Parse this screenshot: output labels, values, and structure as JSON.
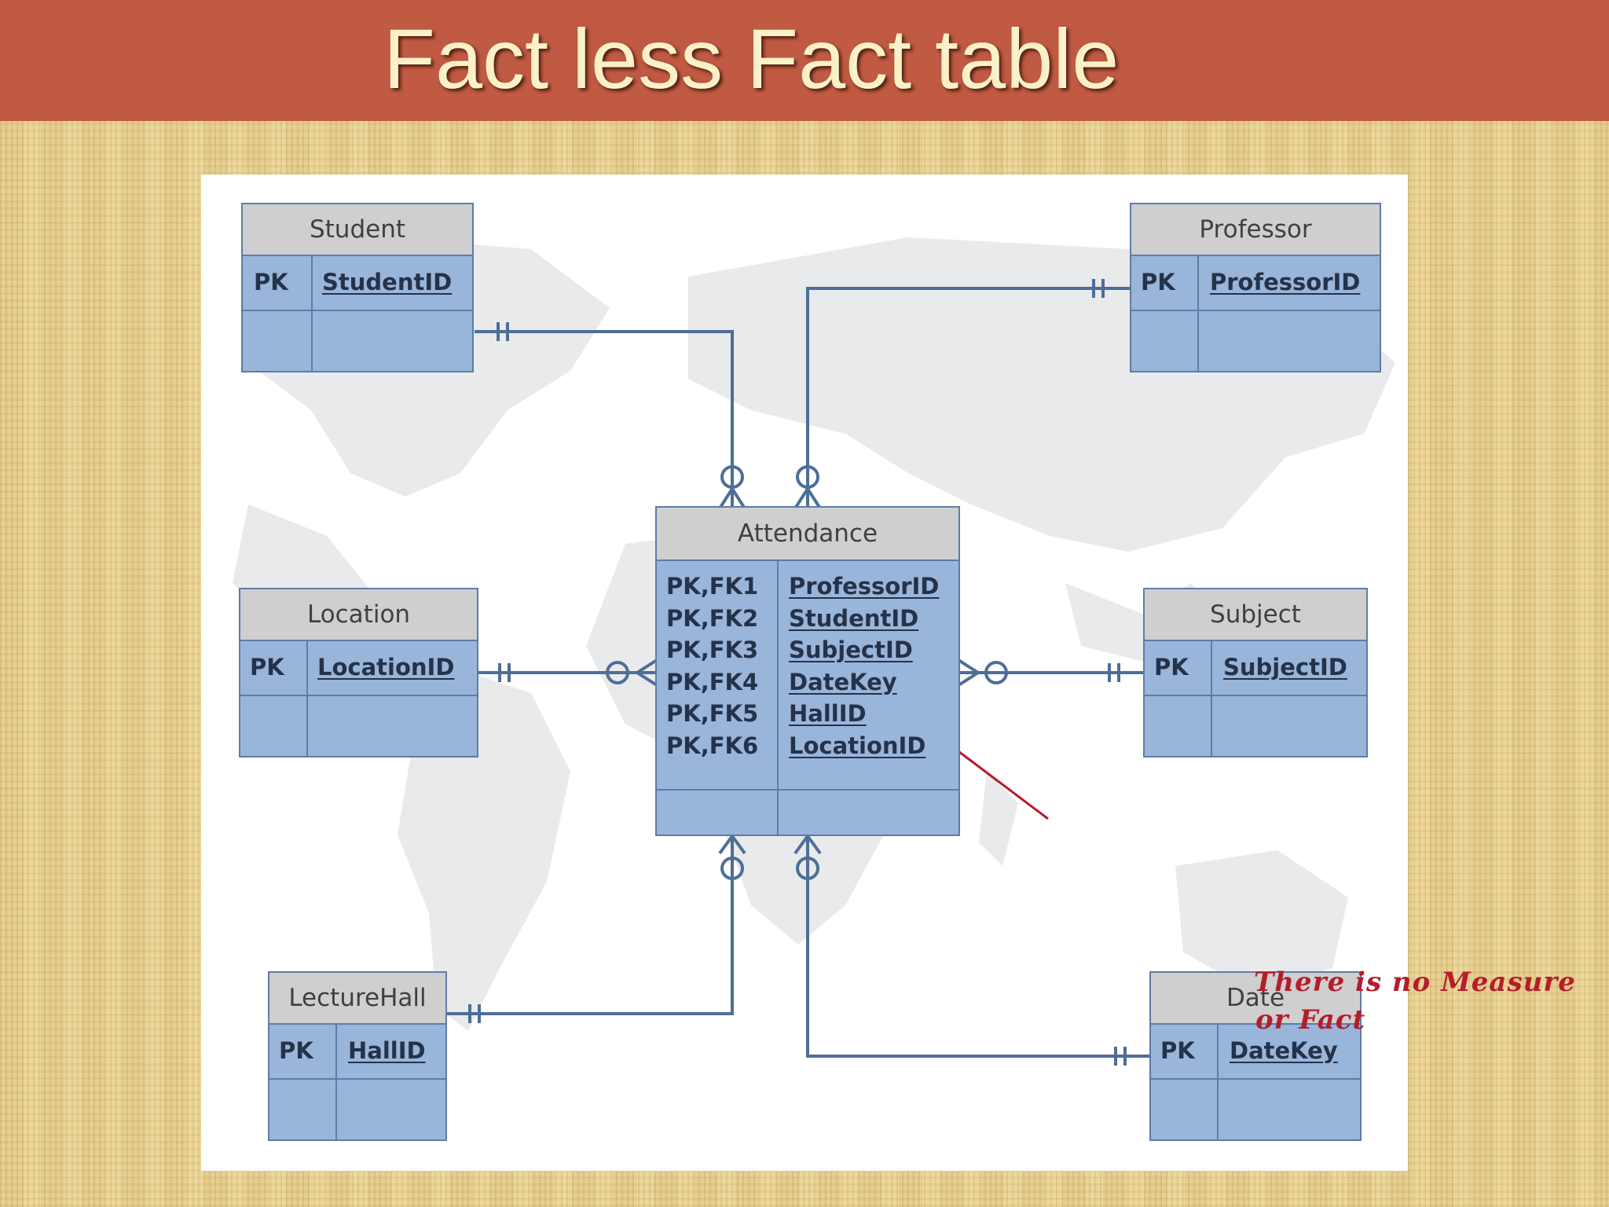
{
  "title": "Fact less Fact table",
  "annotation": {
    "line1": "There is no Measure",
    "line2": "or Fact"
  },
  "fact_table": {
    "name": "Attendance",
    "keys": [
      "PK,FK1",
      "PK,FK2",
      "PK,FK3",
      "PK,FK4",
      "PK,FK5",
      "PK,FK6"
    ],
    "columns": [
      "ProfessorID",
      "StudentID",
      "SubjectID",
      "DateKey",
      "HallID",
      "LocationID"
    ]
  },
  "dimensions": {
    "student": {
      "name": "Student",
      "pk_label": "PK",
      "field": "StudentID"
    },
    "professor": {
      "name": "Professor",
      "pk_label": "PK",
      "field": "ProfessorID"
    },
    "location": {
      "name": "Location",
      "pk_label": "PK",
      "field": "LocationID"
    },
    "subject": {
      "name": "Subject",
      "pk_label": "PK",
      "field": "SubjectID"
    },
    "hall": {
      "name": "LectureHall",
      "pk_label": "PK",
      "field": "HallID"
    },
    "date": {
      "name": "Date",
      "pk_label": "PK",
      "field": "DateKey"
    }
  },
  "colors": {
    "title_bar": "#c05a42",
    "title_text": "#fbf1c8",
    "entity_body": "#9ab5da",
    "entity_header": "#cfcfcf",
    "connector": "#4d6e97",
    "annotation": "#b51d2c"
  }
}
